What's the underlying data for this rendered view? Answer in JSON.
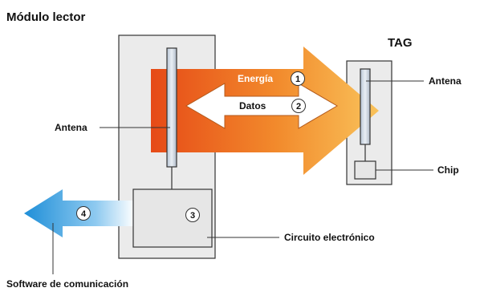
{
  "title": "Módulo lector",
  "tag_label": "TAG",
  "labels": {
    "antenna_left": "Antena",
    "antenna_right": "Antena",
    "chip": "Chip",
    "circuit": "Circuito electrónico",
    "software": "Software de comunicación"
  },
  "arrows": {
    "energy": "Energía",
    "energy_num": "1",
    "data": "Datos",
    "data_num": "2",
    "circuit_num": "3",
    "software_num": "4"
  },
  "colors": {
    "energy_start": "#e8501a",
    "energy_end": "#f7b84a",
    "software_arrow": "#2f9ce0",
    "box_fill": "#ebebeb",
    "box_stroke": "#333333"
  }
}
